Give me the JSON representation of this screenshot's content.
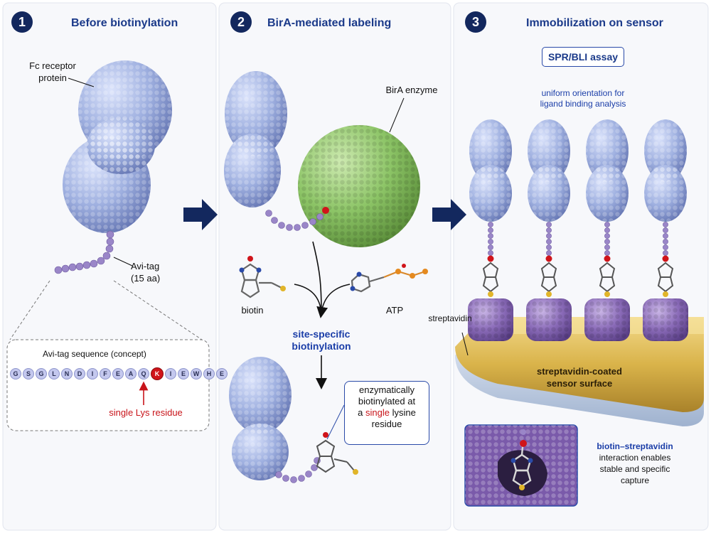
{
  "steps": [
    {
      "number": "1",
      "title": "Before biotinylation"
    },
    {
      "number": "2",
      "title": "BirA-mediated labeling"
    },
    {
      "number": "3",
      "title": "Immobilization on sensor"
    }
  ],
  "panel1": {
    "protein_label_line1": "Fc receptor",
    "protein_label_line2": "protein",
    "tag_label_line1": "Avi-tag",
    "tag_label_line2": "(15 aa)",
    "sequence_title": "Avi-tag sequence",
    "sequence_title_note": "(concept)",
    "sequence": [
      "G",
      "S",
      "G",
      "L",
      "N",
      "D",
      "I",
      "F",
      "E",
      "A",
      "Q",
      "K",
      "I",
      "E",
      "W",
      "H",
      "E"
    ],
    "highlight_residue_index": 11,
    "lys_label": "single Lys residue"
  },
  "panel2": {
    "enzyme_label": "BirA enzyme",
    "biotin_label": "biotin",
    "atp_label": "ATP",
    "result_line1": "site-specific",
    "result_line2": "biotinylation",
    "callout_line1": "enzymatically",
    "callout_line2": "biotinylated at",
    "callout_pre": "a ",
    "callout_highlight": "single",
    "callout_post": " lysine",
    "callout_line4": "residue"
  },
  "panel3": {
    "assay_label": "SPR/BLI assay",
    "orientation_line1": "uniform orientation for",
    "orientation_line2": "ligand binding analysis",
    "streptavidin_label": "streptavidin",
    "surface_line1": "streptavidin-coated",
    "surface_line2": "sensor surface",
    "inset_line1": "biotin–streptavidin",
    "inset_line2": "interaction enables",
    "inset_line3": "stable and specific",
    "inset_line4": "capture"
  },
  "colors": {
    "protein": "#9fb0e0",
    "enzyme": "#8cc466",
    "streptavidin": "#8a6bb8",
    "linker": "#9a86c8",
    "accent_blue": "#1b3a8a",
    "accent_red": "#c8141a",
    "gold": "#d9b34a"
  }
}
